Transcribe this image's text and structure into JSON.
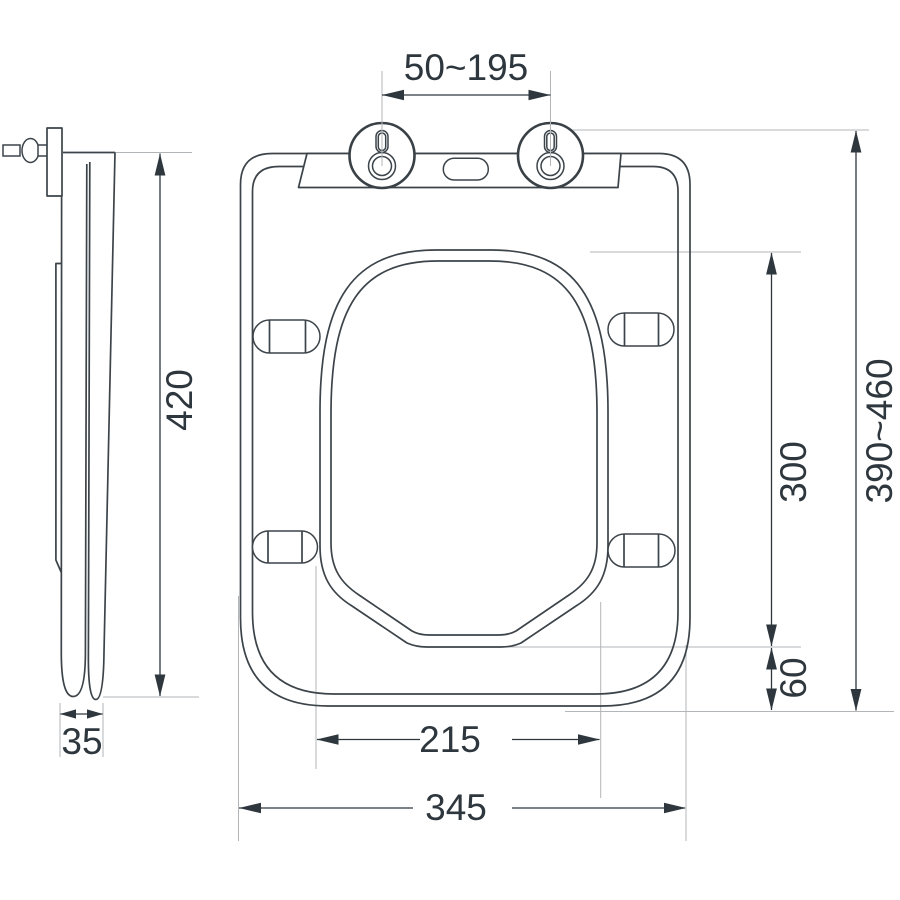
{
  "page": {
    "background": "#ffffff",
    "description_colors": {
      "line": "#3c444a",
      "extension_line": "#b2b6b8",
      "text_and_arrows": "#2e373d"
    }
  },
  "dimensions": {
    "hinge_spacing": "50~195",
    "seat_length": "420",
    "opening_length": "300",
    "fixing_range": "390~460",
    "rear_offset": "60",
    "opening_width": "215",
    "seat_width": "345",
    "seat_thickness": "35"
  }
}
